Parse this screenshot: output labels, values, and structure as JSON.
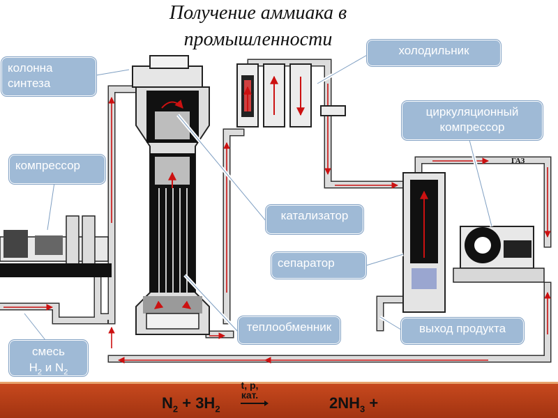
{
  "title": "Получение аммиака в промышленности",
  "labels": {
    "synthesis_column": "колонна синтеза",
    "cooler": "холодильник",
    "circulation_compressor": "циркуляционный компрессор",
    "compressor": "компрессор",
    "catalyst": "катализатор",
    "separator": "сепаратор",
    "heat_exchanger": "теплообменник",
    "product_output": "выход продукта",
    "mixture_line1": "смесь",
    "mixture_h": "H",
    "mixture_h_sub": "2",
    "mixture_and": " и ",
    "mixture_n": "N",
    "mixture_n_sub": "2"
  },
  "diagram_text": {
    "gas": "ГАЗ"
  },
  "equation": {
    "left_n": "N",
    "left_n_sub": "2",
    "plus1": " + 3H",
    "h_sub": "2",
    "right": "2NH",
    "right_sub": "3",
    "plus2": " +",
    "conditions": "t, p, кат."
  },
  "colors": {
    "label_bg": "#9fbad6",
    "pipe": "#d9d9d9",
    "flow_arrow": "#cc1111",
    "bar": "#b23a14"
  }
}
